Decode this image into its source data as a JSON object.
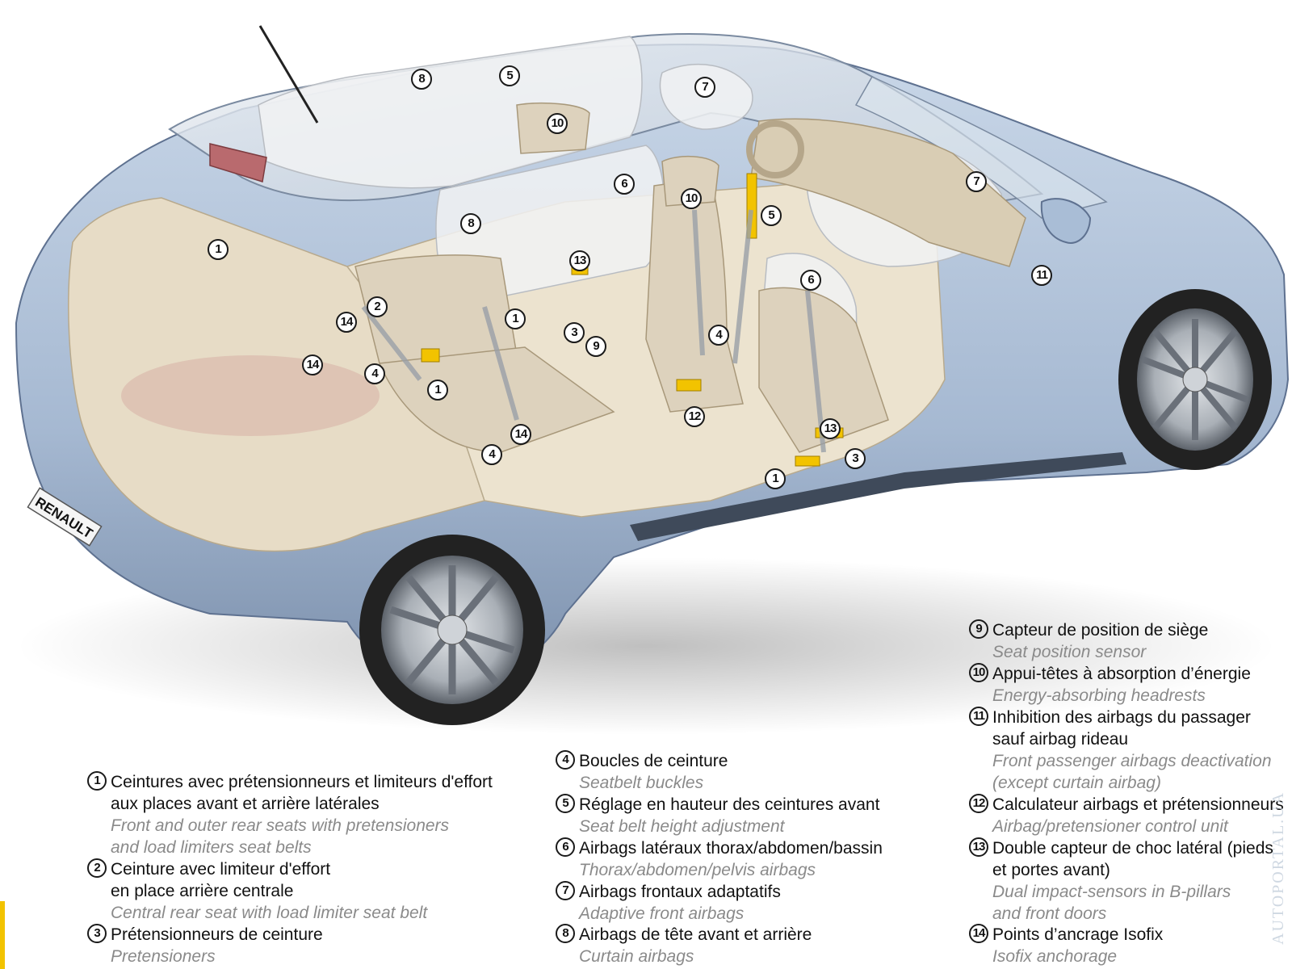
{
  "diagram": {
    "badge_text": "RENAULT",
    "callouts": [
      {
        "id": "c1a",
        "n": "1"
      },
      {
        "id": "c1b",
        "n": "1"
      },
      {
        "id": "c1c",
        "n": "1"
      },
      {
        "id": "c1d",
        "n": "1"
      },
      {
        "id": "c2",
        "n": "2"
      },
      {
        "id": "c3a",
        "n": "3"
      },
      {
        "id": "c3b",
        "n": "3"
      },
      {
        "id": "c4a",
        "n": "4"
      },
      {
        "id": "c4b",
        "n": "4"
      },
      {
        "id": "c4c",
        "n": "4"
      },
      {
        "id": "c5a",
        "n": "5"
      },
      {
        "id": "c5b",
        "n": "5"
      },
      {
        "id": "c6a",
        "n": "6"
      },
      {
        "id": "c6b",
        "n": "6"
      },
      {
        "id": "c7a",
        "n": "7"
      },
      {
        "id": "c7b",
        "n": "7"
      },
      {
        "id": "c8a",
        "n": "8"
      },
      {
        "id": "c8b",
        "n": "8"
      },
      {
        "id": "c9",
        "n": "9"
      },
      {
        "id": "c10a",
        "n": "10"
      },
      {
        "id": "c10b",
        "n": "10"
      },
      {
        "id": "c11",
        "n": "11"
      },
      {
        "id": "c12",
        "n": "12"
      },
      {
        "id": "c13a",
        "n": "13"
      },
      {
        "id": "c13b",
        "n": "13"
      },
      {
        "id": "c14a",
        "n": "14"
      },
      {
        "id": "c14b",
        "n": "14"
      },
      {
        "id": "c14c",
        "n": "14"
      }
    ]
  },
  "legend": [
    {
      "n": "1",
      "fr": [
        "Ceintures avec prétensionneurs et limiteurs d'effort",
        "aux places avant et arrière latérales"
      ],
      "en": [
        "Front and outer rear seats with pretensioners",
        "and load limiters seat belts"
      ]
    },
    {
      "n": "2",
      "fr": [
        "Ceinture avec limiteur d'effort",
        "en place arrière centrale"
      ],
      "en": [
        "Central rear seat with load limiter seat belt"
      ]
    },
    {
      "n": "3",
      "fr": [
        "Prétensionneurs de ceinture"
      ],
      "en": [
        "Pretensioners"
      ]
    },
    {
      "n": "4",
      "fr": [
        "Boucles de ceinture"
      ],
      "en": [
        "Seatbelt buckles"
      ]
    },
    {
      "n": "5",
      "fr": [
        "Réglage en hauteur des ceintures avant"
      ],
      "en": [
        "Seat belt height adjustment"
      ]
    },
    {
      "n": "6",
      "fr": [
        "Airbags latéraux thorax/abdomen/bassin"
      ],
      "en": [
        "Thorax/abdomen/pelvis airbags"
      ]
    },
    {
      "n": "7",
      "fr": [
        "Airbags frontaux adaptatifs"
      ],
      "en": [
        "Adaptive front airbags"
      ]
    },
    {
      "n": "8",
      "fr": [
        "Airbags de tête avant et arrière"
      ],
      "en": [
        "Curtain airbags"
      ]
    },
    {
      "n": "9",
      "fr": [
        "Capteur de position de siège"
      ],
      "en": [
        "Seat position sensor"
      ]
    },
    {
      "n": "10",
      "fr": [
        "Appui-têtes à absorption d’énergie"
      ],
      "en": [
        "Energy-absorbing headrests"
      ]
    },
    {
      "n": "11",
      "fr": [
        "Inhibition des airbags du passager",
        "sauf airbag rideau"
      ],
      "en": [
        "Front passenger airbags deactivation",
        "(except curtain airbag)"
      ]
    },
    {
      "n": "12",
      "fr": [
        "Calculateur airbags et prétensionneurs"
      ],
      "en": [
        "Airbag/pretensioner control unit"
      ]
    },
    {
      "n": "13",
      "fr": [
        "Double capteur de choc latéral (pieds",
        "et portes avant)"
      ],
      "en": [
        "Dual impact-sensors in B-pillars",
        "and front doors"
      ]
    },
    {
      "n": "14",
      "fr": [
        "Points d’ancrage Isofix"
      ],
      "en": [
        "Isofix anchorage"
      ]
    }
  ],
  "watermark": "AUTOPORTAL.UA",
  "colors": {
    "body": "#a9bdd6",
    "body_dark": "#6f85a3",
    "interior": "#e8dcc4",
    "seat": "#ddd2bd",
    "airbag": "#eef0f2",
    "sensor": "#f2c300"
  }
}
